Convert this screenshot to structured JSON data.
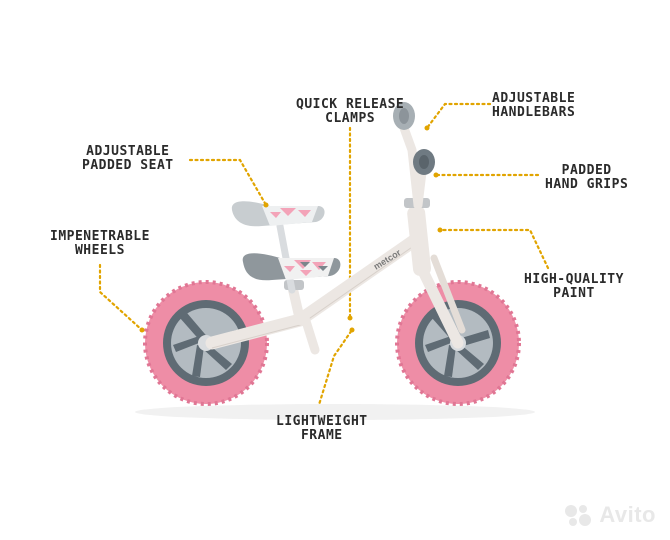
{
  "callouts": {
    "quick_release": {
      "line1": "QUICK RELEASE",
      "line2": "CLAMPS"
    },
    "handlebars": {
      "line1": "ADJUSTABLE",
      "line2": "HANDLEBARS"
    },
    "seat": {
      "line1": "ADJUSTABLE",
      "line2": "PADDED SEAT"
    },
    "grips": {
      "line1": "PADDED",
      "line2": "HAND GRIPS"
    },
    "wheels": {
      "line1": "IMPENETRABLE",
      "line2": "WHEELS"
    },
    "paint": {
      "line1": "HIGH-QUALITY",
      "line2": "PAINT"
    },
    "frame": {
      "line1": "LIGHTWEIGHT",
      "line2": "FRAME"
    }
  },
  "brand": {
    "name": "metcor"
  },
  "watermark": {
    "text": "Avito"
  },
  "colors": {
    "leader": "#e1a400",
    "frame": "#ece7e3",
    "tire": "#ee8da6",
    "rim": "#5f6b74",
    "seat": "#8f979c"
  }
}
